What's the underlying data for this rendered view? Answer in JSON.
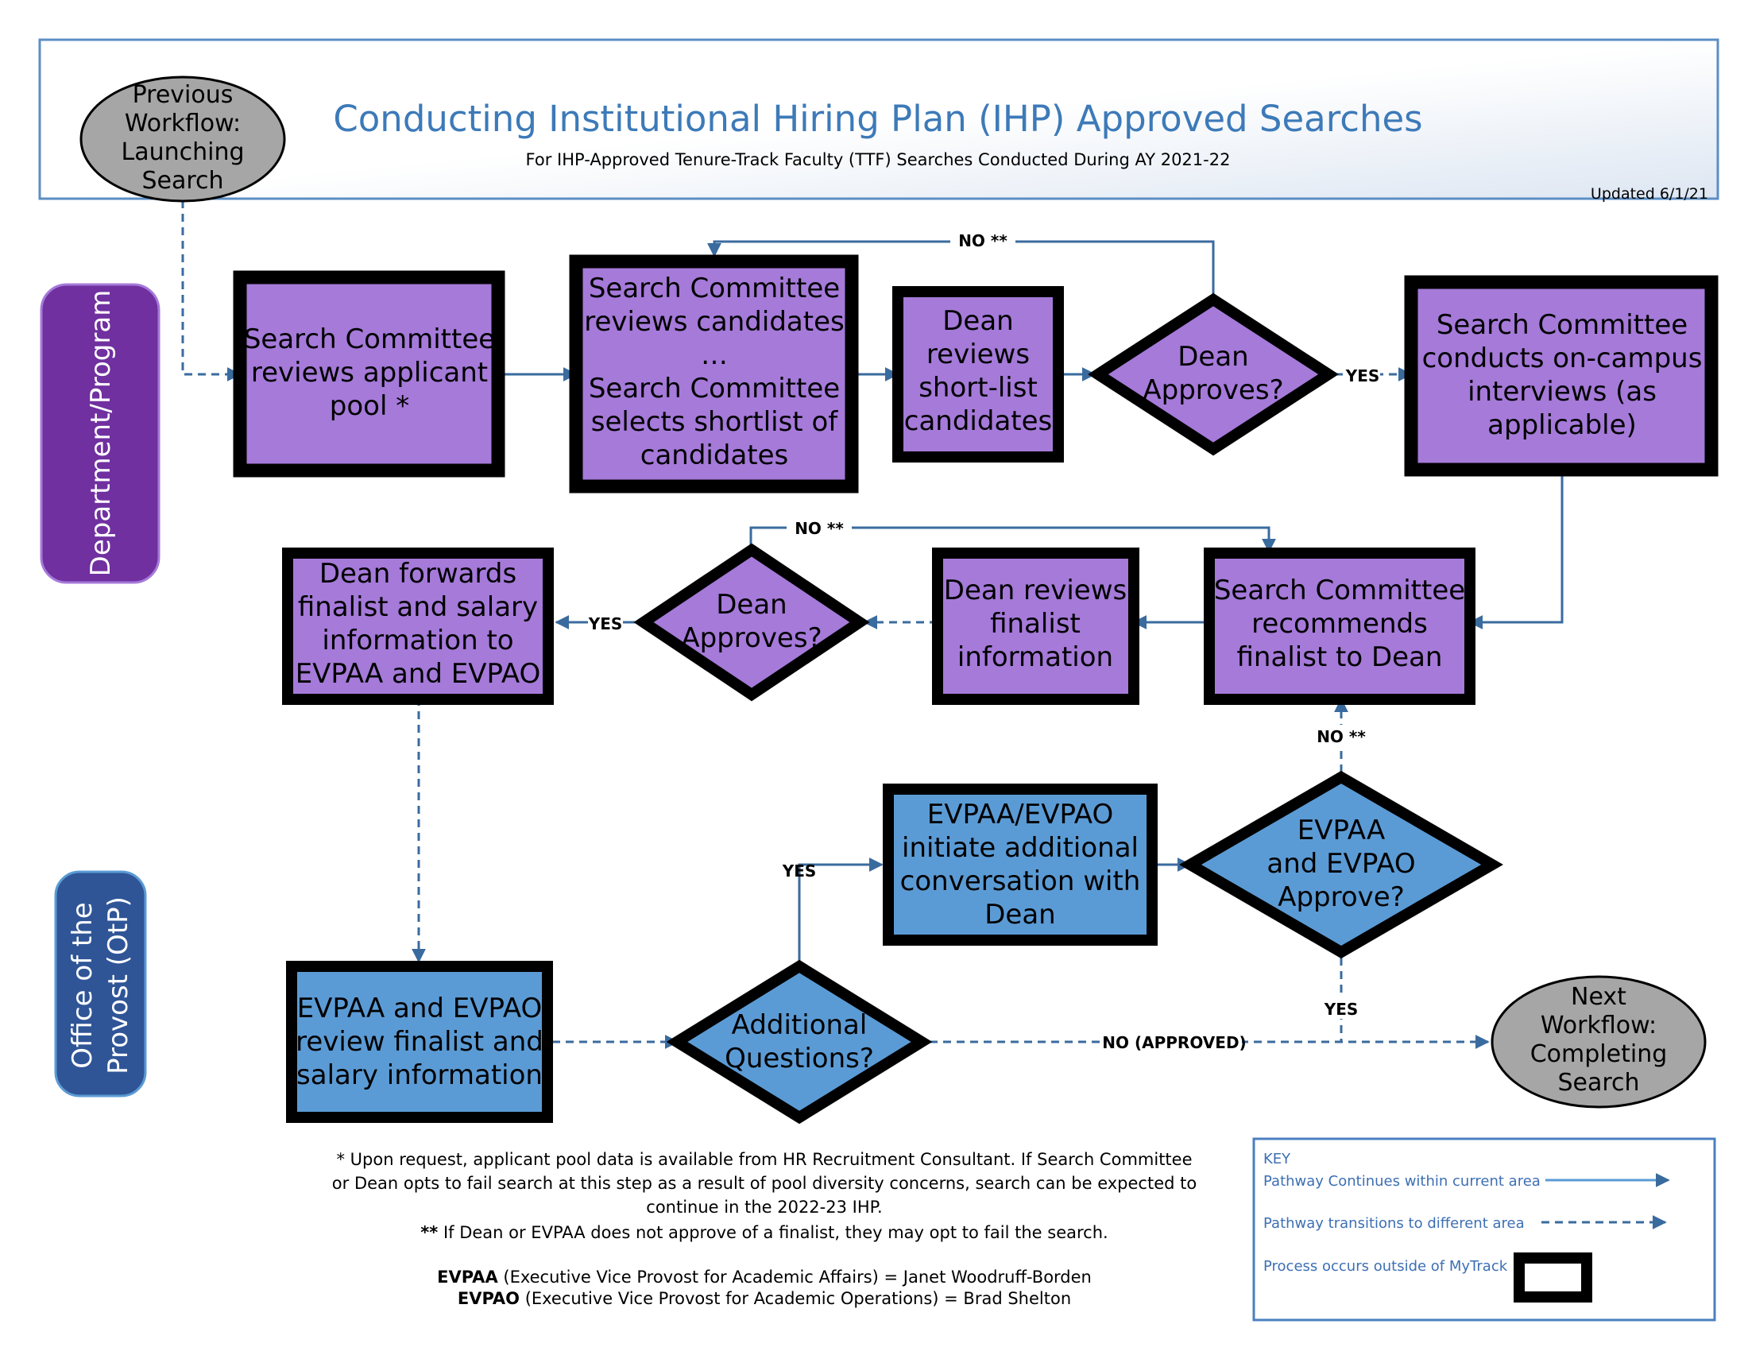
{
  "header": {
    "title": "Conducting Institutional Hiring Plan (IHP) Approved Searches",
    "subtitle": "For IHP-Approved Tenure-Track Faculty (TTF) Searches Conducted During AY 2021-22",
    "updated": "Updated 6/1/21"
  },
  "lanes": {
    "department": "Department/Program",
    "provost_line1": "Office of the",
    "provost_line2": "Provost (OtP)"
  },
  "nodes": {
    "prev": [
      "Previous",
      "Workflow:",
      "Launching",
      "Search"
    ],
    "next": [
      "Next",
      "Workflow:",
      "Completing",
      "Search"
    ],
    "review_pool": [
      "Search Committee",
      "reviews applicant",
      "pool *"
    ],
    "review_candidates": [
      "Search Committee",
      "reviews candidates",
      "…",
      "Search Committee",
      "selects shortlist of",
      "candidates"
    ],
    "dean_shortlist": [
      "Dean",
      "reviews",
      "short-list",
      "candidates"
    ],
    "dean_approves_1": [
      "Dean",
      "Approves?"
    ],
    "interviews": [
      "Search Committee",
      "conducts on-campus",
      "interviews (as",
      "applicable)"
    ],
    "recommend": [
      "Search Committee",
      "recommends",
      "finalist to Dean"
    ],
    "dean_finalist": [
      "Dean reviews",
      "finalist",
      "information"
    ],
    "dean_approves_2": [
      "Dean",
      "Approves?"
    ],
    "dean_forwards": [
      "Dean forwards",
      "finalist and salary",
      "information to",
      "EVPAA and EVPAO"
    ],
    "evp_review": [
      "EVPAA and EVPAO",
      "review finalist and",
      "salary information"
    ],
    "additional_q": [
      "Additional",
      "Questions?"
    ],
    "evp_conversation": [
      "EVPAA/EVPAO",
      "initiate additional",
      "conversation with",
      "Dean"
    ],
    "evp_approve": [
      "EVPAA",
      "and EVPAO",
      "Approve?"
    ]
  },
  "edge_labels": {
    "no_1": "NO **",
    "yes_1": "YES",
    "no_2": "NO **",
    "yes_2": "YES",
    "yes_3": "YES",
    "no_3": "NO **",
    "yes_4": "YES",
    "no_approved": "NO (APPROVED)"
  },
  "footnotes": {
    "note1_line1": "* Upon request, applicant pool data is available from HR Recruitment Consultant. If Search Committee",
    "note1_line2": "or Dean opts to fail search at this step as a result of pool diversity concerns, search can be expected to",
    "note1_line3": "continue in the 2022-23 IHP.",
    "note2_marker": "**",
    "note2": " If Dean or EVPAA does not approve of a finalist, they may opt to fail the search.",
    "evpaa_abbr": "EVPAA",
    "evpaa_def": " (Executive Vice Provost for Academic Affairs) =  Janet Woodruff-Borden",
    "evpao_abbr": "EVPAO",
    "evpao_def": " (Executive Vice Provost for Academic Operations) = Brad Shelton"
  },
  "key": {
    "title": "KEY",
    "continues": "Pathway Continues within current area",
    "transitions": "Pathway transitions to different area",
    "outside": "Process occurs outside of MyTrack"
  },
  "colors": {
    "purple": "#a57ad9",
    "blue": "#5b9bd5",
    "lane_purple": "#7030a0",
    "lane_blue": "#2f5597",
    "oval_gray": "#a6a6a6",
    "title_blue": "#3d7ab8",
    "arrow": "#3a6b9e"
  }
}
